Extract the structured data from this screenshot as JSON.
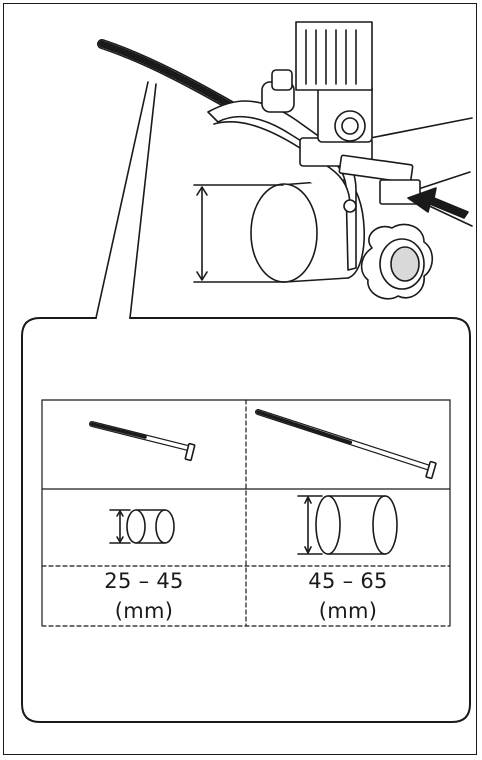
{
  "colors": {
    "line": "#1a1a1a",
    "background": "#ffffff",
    "shade": "#d9d9d9"
  },
  "table": {
    "columns": [
      {
        "range": "25 – 45",
        "unit": "(mm)"
      },
      {
        "range": "45 – 65",
        "unit": "(mm)"
      }
    ]
  }
}
